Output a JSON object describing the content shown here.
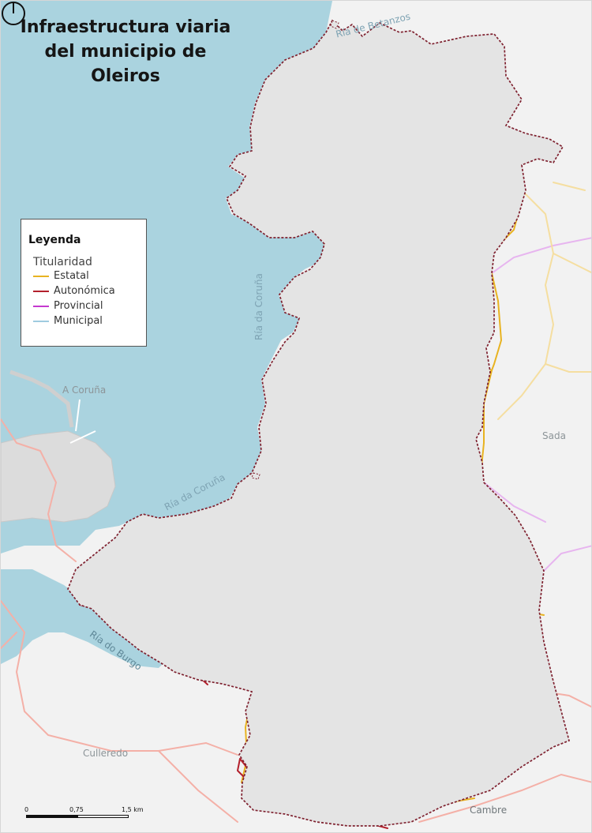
{
  "title": {
    "line1": "Infraestructura viaria",
    "line2": "del municipio de",
    "line3": "Oleiros"
  },
  "legend": {
    "title": "Leyenda",
    "subtitle": "Titularidad",
    "items": [
      {
        "label": "Estatal",
        "color": "#e8b321"
      },
      {
        "label": "Autonómica",
        "color": "#b3202c"
      },
      {
        "label": "Provincial",
        "color": "#c538cf"
      },
      {
        "label": "Municipal",
        "color": "#9fcbe0"
      }
    ]
  },
  "places": {
    "a_coruna": "A Coruña",
    "sada": "Sada",
    "culleredo": "Culleredo",
    "cambre": "Cambre"
  },
  "water_labels": {
    "ria_betanzos": "Ría de Betanzos",
    "ria_coruna_1": "Ría da Coruña",
    "ria_coruna_2": "Ría da Coruña",
    "ria_burgo": "Ría do Burgo"
  },
  "scale": {
    "tick0": "0",
    "tick1": "0,75",
    "tick2": "1,5 km"
  },
  "colors": {
    "sea": "#aad3df",
    "land": "#f2f2f2",
    "municipality": "#e4e4e4",
    "boundary": "#7f2230",
    "outside_road": "#f4b0a7",
    "outside_provincial": "#e7b5ef",
    "outside_yellow": "#f5dea0"
  }
}
